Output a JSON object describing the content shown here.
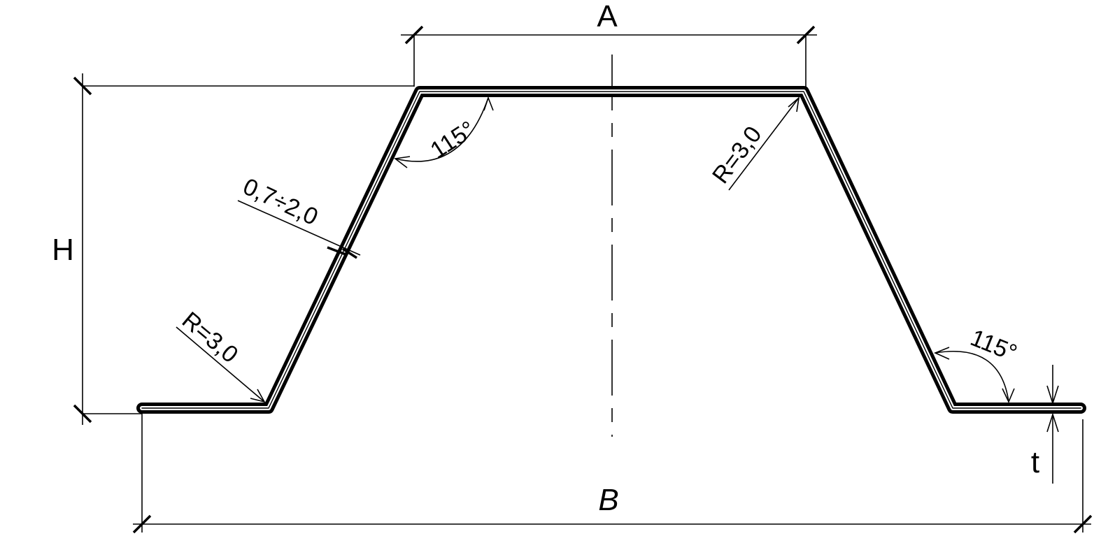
{
  "labels": {
    "A": "A",
    "B": "B",
    "H": "H",
    "t": "t",
    "angle_top_left": "115°",
    "angle_bottom_right": "115°",
    "radius_left": "R=3,0",
    "radius_right": "R=3,0",
    "thickness_range": "0,7÷2,0"
  },
  "colors": {
    "line": "#000000",
    "background": "#ffffff"
  }
}
